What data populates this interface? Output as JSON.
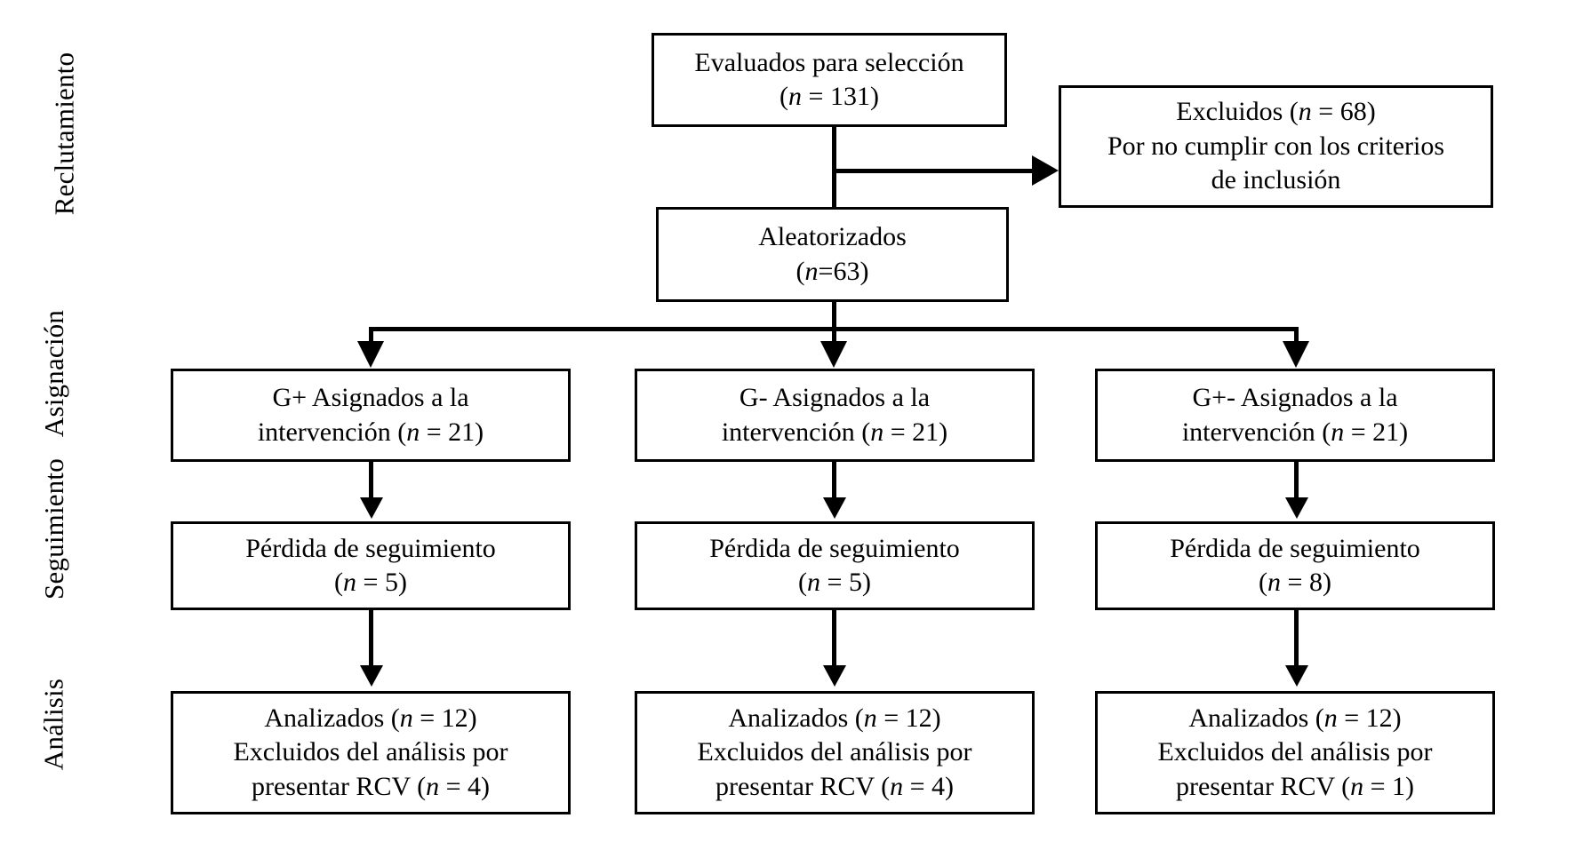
{
  "diagram": {
    "title": "Diagrama de flujo CONSORT",
    "type": "flowchart",
    "language": "es",
    "stroke_color": "#000000",
    "background_color": "#ffffff"
  },
  "stages": [
    {
      "id": "reclutamiento",
      "label": "Reclutamiento"
    },
    {
      "id": "asignacion",
      "label": "Asignación"
    },
    {
      "id": "seguimiento",
      "label": "Seguimiento"
    },
    {
      "id": "analisis",
      "label": "Análisis"
    }
  ],
  "boxes": {
    "screened": {
      "line1": "Evaluados para selección",
      "line2_pre": "(",
      "line2_n": "n",
      "line2_post": " = 131)"
    },
    "excluded": {
      "line1_pre": "Excluidos (",
      "line1_n": "n",
      "line1_post": " = 68)",
      "line2": "Por no cumplir con los criterios",
      "line3": "de inclusión"
    },
    "randomized": {
      "line1": "Aleatorizados",
      "line2_pre": "(",
      "line2_n": "n",
      "line2_post": "=63)"
    },
    "allocation": [
      {
        "group": "G+",
        "line1": "G+ Asignados a la",
        "line2_pre": "intervención (",
        "line2_n": "n",
        "line2_post": " = 21)"
      },
      {
        "group": "G-",
        "line1": "G- Asignados a la",
        "line2_pre": "intervención (",
        "line2_n": "n",
        "line2_post": " = 21)"
      },
      {
        "group": "G+-",
        "line1": "G+- Asignados a la",
        "line2_pre": "intervención (",
        "line2_n": "n",
        "line2_post": " = 21)"
      }
    ],
    "followup": [
      {
        "group": "G+",
        "line1": "Pérdida de seguimiento",
        "line2_pre": "(",
        "line2_n": "n",
        "line2_post": " = 5)"
      },
      {
        "group": "G-",
        "line1": "Pérdida de seguimiento",
        "line2_pre": "(",
        "line2_n": "n",
        "line2_post": " = 5)"
      },
      {
        "group": "G+-",
        "line1": "Pérdida de seguimiento",
        "line2_pre": "(",
        "line2_n": "n",
        "line2_post": " = 8)"
      }
    ],
    "analysis": [
      {
        "group": "G+",
        "line1_pre": "Analizados (",
        "line1_n": "n",
        "line1_post": " = 12)",
        "line2": "Excluidos del análisis por",
        "line3_pre": "presentar RCV (",
        "line3_n": "n",
        "line3_post": " = 4)"
      },
      {
        "group": "G-",
        "line1_pre": "Analizados (",
        "line1_n": "n",
        "line1_post": " = 12)",
        "line2": "Excluidos del análisis por",
        "line3_pre": "presentar RCV (",
        "line3_n": "n",
        "line3_post": " = 4)"
      },
      {
        "group": "G+-",
        "line1_pre": "Analizados (",
        "line1_n": "n",
        "line1_post": " = 12)",
        "line2": "Excluidos del análisis por",
        "line3_pre": "presentar RCV (",
        "line3_n": "n",
        "line3_post": " = 1)"
      }
    ]
  },
  "chart_data": {
    "type": "flowchart",
    "title": "Diagrama de flujo del estudio (CONSORT)",
    "nodes": [
      {
        "id": "screened",
        "stage": "Reclutamiento",
        "label": "Evaluados para selección",
        "n": 131
      },
      {
        "id": "excluded",
        "stage": "Reclutamiento",
        "label": "Excluidos - Por no cumplir con los criterios de inclusión",
        "n": 68
      },
      {
        "id": "randomized",
        "stage": "Reclutamiento",
        "label": "Aleatorizados",
        "n": 63
      },
      {
        "id": "alloc_gplus",
        "stage": "Asignación",
        "label": "G+ Asignados a la intervención",
        "n": 21
      },
      {
        "id": "alloc_gminus",
        "stage": "Asignación",
        "label": "G- Asignados a la intervención",
        "n": 21
      },
      {
        "id": "alloc_gpm",
        "stage": "Asignación",
        "label": "G+- Asignados a la intervención",
        "n": 21
      },
      {
        "id": "lost_gplus",
        "stage": "Seguimiento",
        "label": "Pérdida de seguimiento",
        "n": 5
      },
      {
        "id": "lost_gminus",
        "stage": "Seguimiento",
        "label": "Pérdida de seguimiento",
        "n": 5
      },
      {
        "id": "lost_gpm",
        "stage": "Seguimiento",
        "label": "Pérdida de seguimiento",
        "n": 8
      },
      {
        "id": "anal_gplus",
        "stage": "Análisis",
        "label": "Analizados",
        "n": 12,
        "excluded_rcv": 4
      },
      {
        "id": "anal_gminus",
        "stage": "Análisis",
        "label": "Analizados",
        "n": 12,
        "excluded_rcv": 4
      },
      {
        "id": "anal_gpm",
        "stage": "Análisis",
        "label": "Analizados",
        "n": 12,
        "excluded_rcv": 1
      }
    ],
    "edges": [
      {
        "from": "screened",
        "to": "excluded",
        "style": "arrow-right"
      },
      {
        "from": "screened",
        "to": "randomized",
        "style": "arrow-down"
      },
      {
        "from": "randomized",
        "to": "alloc_gplus",
        "style": "arrow-down"
      },
      {
        "from": "randomized",
        "to": "alloc_gminus",
        "style": "arrow-down"
      },
      {
        "from": "randomized",
        "to": "alloc_gpm",
        "style": "arrow-down"
      },
      {
        "from": "alloc_gplus",
        "to": "lost_gplus",
        "style": "arrow-down"
      },
      {
        "from": "alloc_gminus",
        "to": "lost_gminus",
        "style": "arrow-down"
      },
      {
        "from": "alloc_gpm",
        "to": "lost_gpm",
        "style": "arrow-down"
      },
      {
        "from": "lost_gplus",
        "to": "anal_gplus",
        "style": "arrow-down"
      },
      {
        "from": "lost_gminus",
        "to": "anal_gminus",
        "style": "arrow-down"
      },
      {
        "from": "lost_gpm",
        "to": "anal_gpm",
        "style": "arrow-down"
      }
    ]
  }
}
